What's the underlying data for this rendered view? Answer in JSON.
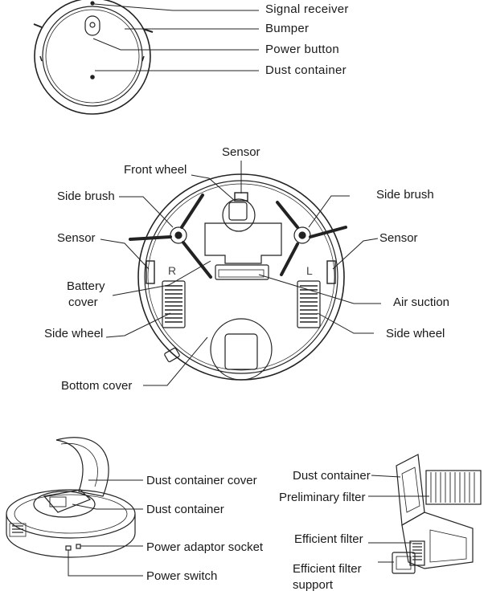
{
  "top_view": {
    "labels": {
      "signal_receiver": "Signal receiver",
      "bumper": "Bumper",
      "power_button": "Power button",
      "dust_container": "Dust container"
    }
  },
  "bottom_view": {
    "labels": {
      "sensor_top": "Sensor",
      "front_wheel": "Front wheel",
      "side_brush_left": "Side brush",
      "side_brush_right": "Side brush",
      "sensor_left": "Sensor",
      "sensor_right": "Sensor",
      "battery_cover_line1": "Battery",
      "battery_cover_line2": "cover",
      "air_suction": "Air suction",
      "side_wheel_left": "Side wheel",
      "side_wheel_right": "Side wheel",
      "bottom_cover": "Bottom cover"
    },
    "wheel_marks": {
      "left": "R",
      "right": "L"
    }
  },
  "dust_view": {
    "labels": {
      "dust_container_cover": "Dust container cover",
      "dust_container": "Dust container",
      "power_adaptor_socket": "Power adaptor socket",
      "power_switch": "Power switch"
    }
  },
  "filter_view": {
    "labels": {
      "dust_container": "Dust container",
      "preliminary_filter": "Preliminary filter",
      "efficient_filter": "Efficient filter",
      "efficient_filter_support_line1": "Efficient filter",
      "efficient_filter_support_line2": "support"
    }
  }
}
